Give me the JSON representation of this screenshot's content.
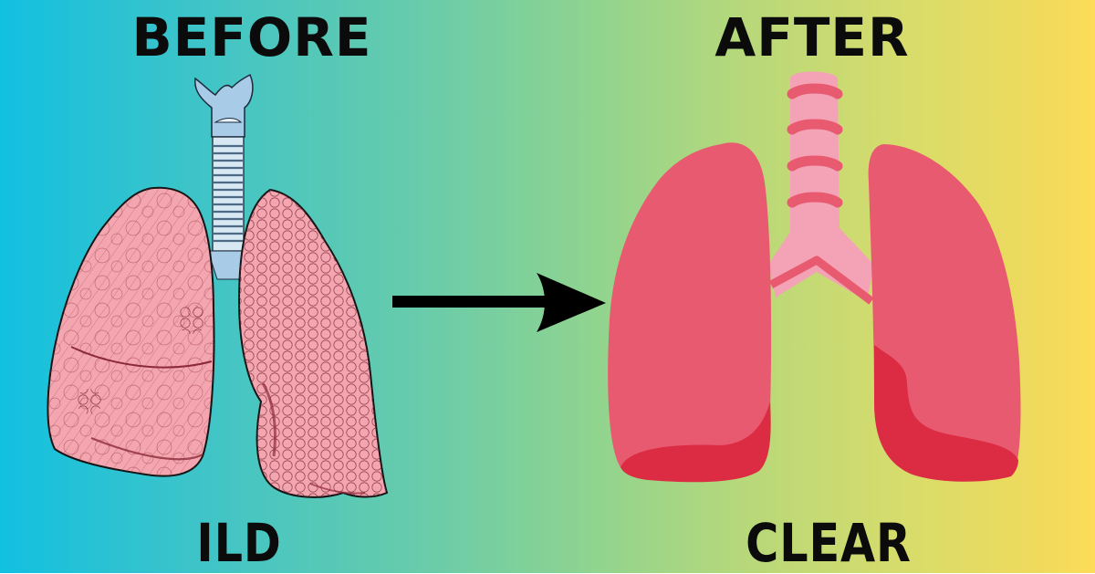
{
  "title": "Lungs before and after comparison",
  "labels": {
    "before": "BEFORE",
    "after": "AFTER",
    "before_caption": "ILD",
    "after_caption": "CLEAR"
  },
  "colors": {
    "gradient_start": "#12c0e0",
    "gradient_mid": "#92d48e",
    "gradient_end": "#fcdc58",
    "text": "#0b0b0b",
    "before_lung_fill": "#f4a6b0",
    "before_lung_line": "#8c2a3a",
    "before_trachea": "#a8cbe8",
    "after_lung_fill": "#e85a70",
    "after_lung_shadow": "#dc2c44",
    "after_trachea": "#f3a3b5",
    "arrow": "#000000"
  },
  "illustrations": {
    "before": "sketched lungs with interstitial lung disease (honeycomb texture)",
    "after": "clean healthy lungs illustration"
  },
  "arrow": {
    "direction": "right"
  }
}
